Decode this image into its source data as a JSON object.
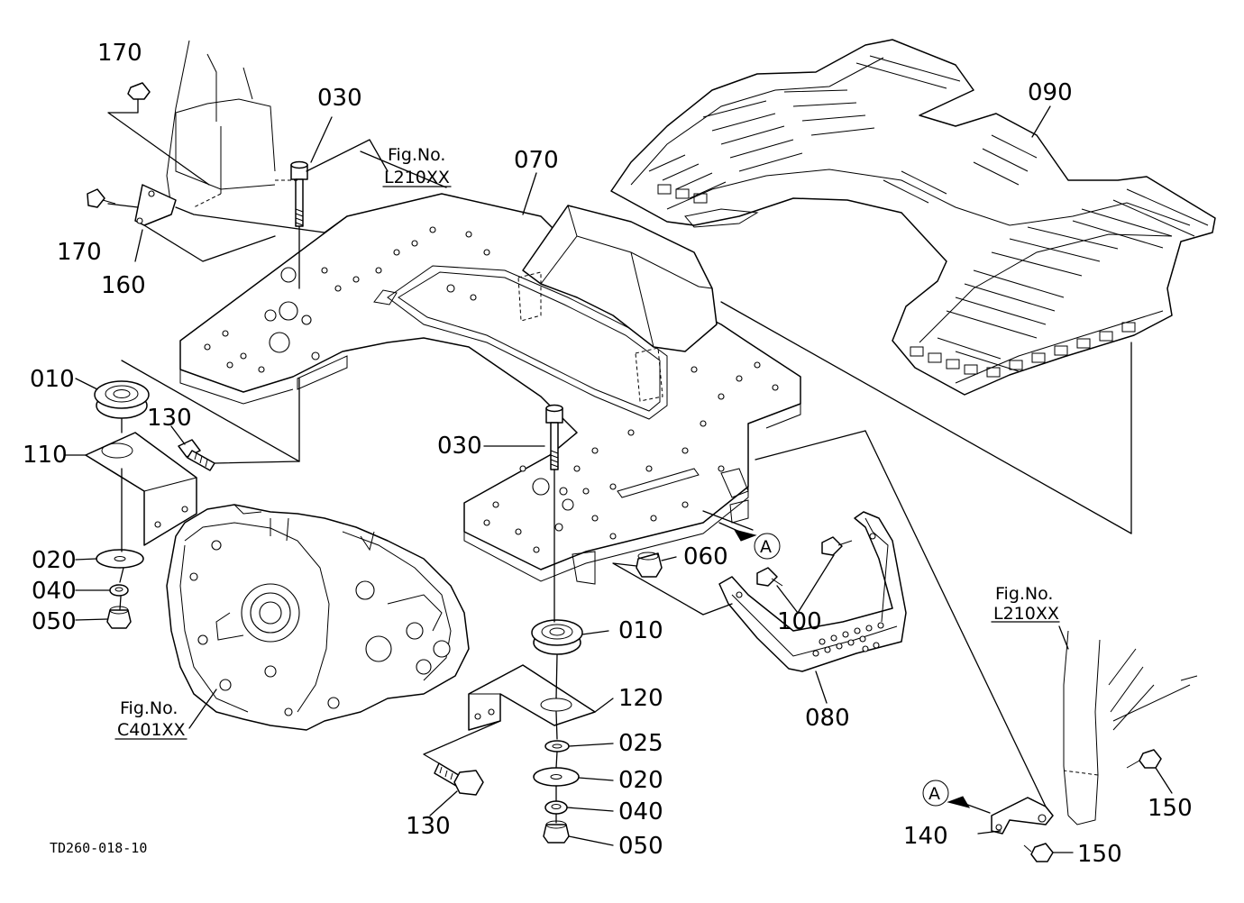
{
  "drawing_code": "TD260-018-10",
  "view_marker": "A",
  "parts": {
    "p010_a": "010",
    "p010_b": "010",
    "p020_a": "020",
    "p020_b": "020",
    "p025": "025",
    "p030_a": "030",
    "p030_b": "030",
    "p040_a": "040",
    "p040_b": "040",
    "p050_a": "050",
    "p050_b": "050",
    "p060": "060",
    "p070": "070",
    "p080": "080",
    "p090": "090",
    "p100": "100",
    "p110": "110",
    "p120": "120",
    "p130_a": "130",
    "p130_b": "130",
    "p140": "140",
    "p150_a": "150",
    "p150_b": "150",
    "p160": "160",
    "p170_a": "170",
    "p170_b": "170"
  },
  "fig_refs": {
    "top": {
      "title": "Fig.No.",
      "code": "L210XX"
    },
    "right": {
      "title": "Fig.No.",
      "code": "L210XX"
    },
    "transmission": {
      "title": "Fig.No.",
      "code": "C401XX"
    }
  }
}
